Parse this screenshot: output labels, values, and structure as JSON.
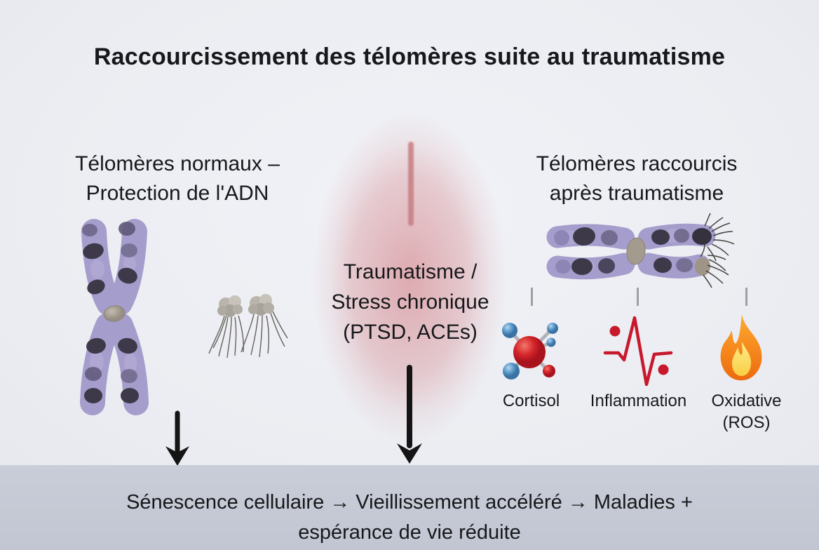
{
  "title": "Raccourcissement des télomères suite au traumatisme",
  "left_panel": {
    "label_line1": "Télomères normaux –",
    "label_line2": "Protection de l'ADN",
    "illustration": "normal-x-chromosome-with-telomere-caps"
  },
  "right_panel": {
    "label_line1": "Télomères raccourcis",
    "label_line2": "après traumatisme",
    "illustration": "shortened-chromosome-with-frayed-ends"
  },
  "center_panel": {
    "label_line1": "Traumatisme /",
    "label_line2": "Stress chronique",
    "label_line3": "(PTSD, ACEs)",
    "effect": "red-stress-glow"
  },
  "factors": [
    {
      "label": "Cortisol",
      "icon": "molecule-icon"
    },
    {
      "label": "Inflammation",
      "icon": "ecg-heartbeat-icon"
    },
    {
      "label": "Oxidative",
      "label_line2": "(ROS)",
      "icon": "flame-icon"
    }
  ],
  "bottom_banner": {
    "line1": "Sénescence cellulaire → Vieillissement accéléré → Maladies +",
    "line2": "espérance de vie réduite"
  },
  "colors": {
    "background": "#ebedf2",
    "banner": "#c5cad6",
    "text": "#17181b",
    "stress_glow_red": "#ca646a",
    "ecg_red": "#c8182c",
    "molecule_red": "#cf1f27",
    "molecule_blue": "#5b99cb",
    "flame_orange": "#f5871c",
    "flame_yellow": "#fbe36a",
    "chromosome_purple": "#a59dcb",
    "chromosome_spot": "#3d3949",
    "centromere_gray": "#a69e92",
    "arrow_black": "#141414"
  }
}
